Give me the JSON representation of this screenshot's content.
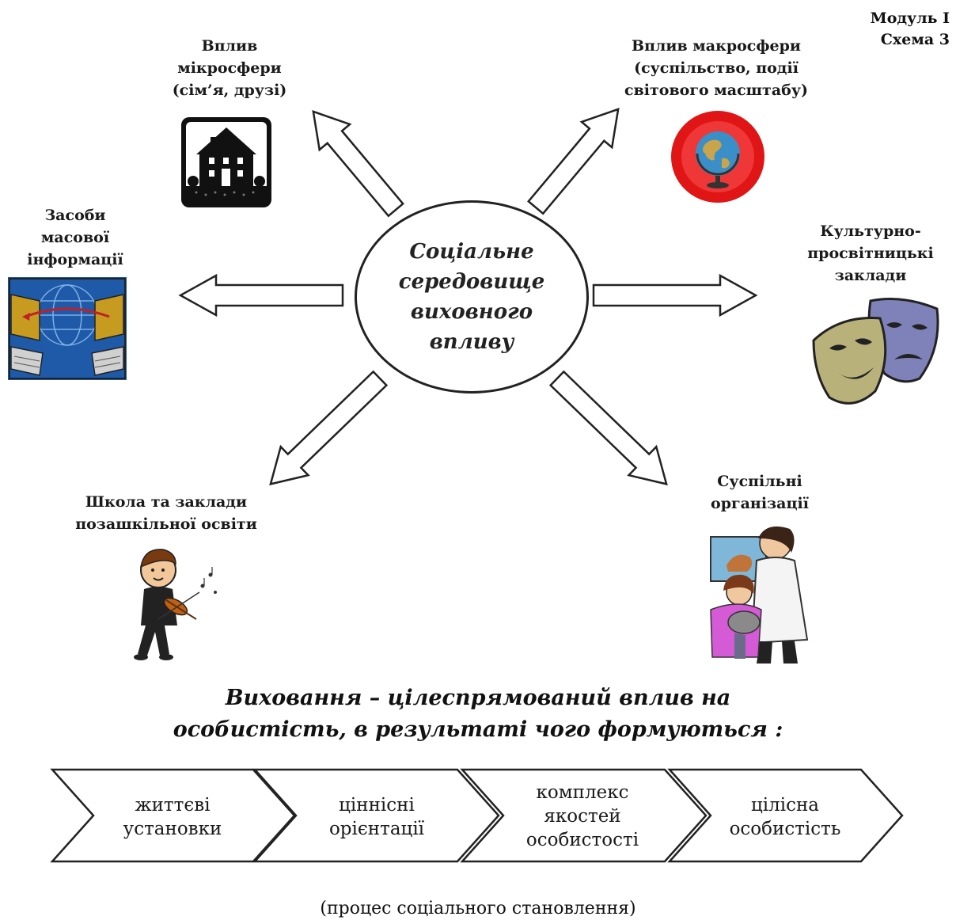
{
  "module": {
    "line1": "Модуль I",
    "line2": "Схема 3"
  },
  "center": {
    "lines": [
      "Соціальне",
      "середовище",
      "виховного",
      "впливу"
    ]
  },
  "nodes": {
    "micro": {
      "lines": [
        "Вплив",
        "мікросфери",
        "(сім’я, друзі)"
      ],
      "icon": "house-icon"
    },
    "macro": {
      "lines": [
        "Вплив макросфери",
        "(суспільство, події",
        "світового масштабу)"
      ],
      "icon": "globe-icon"
    },
    "media": {
      "lines": [
        "Засоби",
        "масової",
        "інформації"
      ],
      "icon": "computers-network-icon"
    },
    "culture": {
      "lines": [
        "Культурно-",
        "просвітницькі",
        "заклади"
      ],
      "icon": "theatre-masks-icon"
    },
    "school": {
      "lines": [
        "Школа та заклади",
        "позашкільної освіти"
      ],
      "icon": "violinist-icon"
    },
    "orgs": {
      "lines": [
        "Суспільні",
        "організації"
      ],
      "icon": "veterinarian-icon"
    }
  },
  "definition": {
    "line1": "Виховання – цілеспрямований вплив на",
    "line2": "особистість, в результаті чого формуються :"
  },
  "process": [
    {
      "lines": [
        "життєві",
        "установки"
      ]
    },
    {
      "lines": [
        "ціннісні",
        "орієнтації"
      ]
    },
    {
      "lines": [
        "комплекс",
        "якостей",
        "особистості"
      ]
    },
    {
      "lines": [
        "цілісна",
        "особистість"
      ]
    }
  ],
  "footer": "(процес соціального становлення)",
  "colors": {
    "ink": "#222222",
    "globe_ring": "#e01515",
    "monitor": "#1e5aa8",
    "mask_gold": "#b8b27a",
    "mask_blue": "#7f82b8"
  }
}
